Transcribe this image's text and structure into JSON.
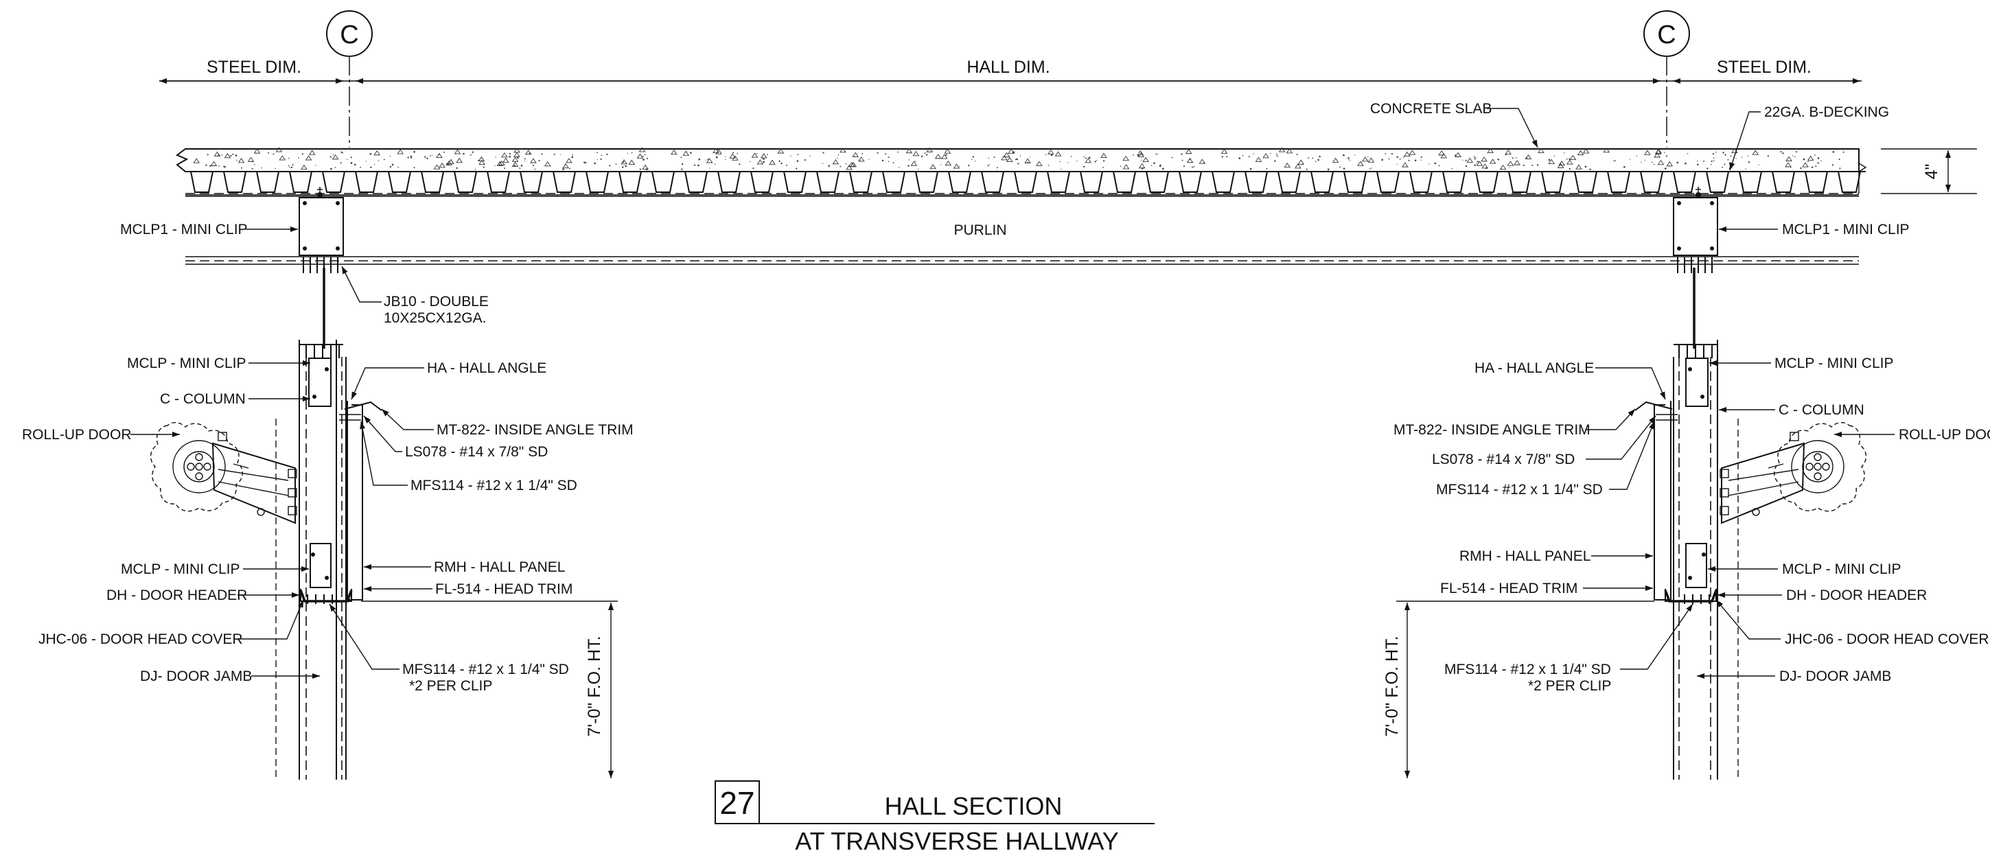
{
  "grid_marks": {
    "left": "C",
    "right": "C"
  },
  "dimensions": {
    "steel_left": "STEEL DIM.",
    "hall": "HALL DIM.",
    "steel_right": "STEEL DIM.",
    "slab_depth": "4\"",
    "fo_height_left": "7'-0\" F.O. HT.",
    "fo_height_right": "7'-0\" F.O. HT."
  },
  "labels": {
    "concrete_slab": "CONCRETE SLAB",
    "b_decking": "22GA. B-DECKING",
    "mclp1_left": "MCLP1 - MINI CLIP",
    "mclp1_right": "MCLP1 - MINI CLIP",
    "purlin": "PURLIN",
    "jb10_line1": "JB10 - DOUBLE",
    "jb10_line2": "10X25CX12GA.",
    "left": {
      "mclp_top": "MCLP - MINI CLIP",
      "c_column": "C - COLUMN",
      "rollup_door": "ROLL-UP DOOR",
      "ha": "HA - HALL ANGLE",
      "mt822": "MT-822- INSIDE ANGLE TRIM",
      "ls078": "LS078 - #14 x 7/8\" SD",
      "mfs114": "MFS114 - #12 x 1 1/4\" SD",
      "mclp_bottom": "MCLP - MINI CLIP",
      "dh": "DH - DOOR HEADER",
      "jhc": "JHC-06 - DOOR HEAD COVER",
      "dj": "DJ- DOOR JAMB",
      "rmh": "RMH - HALL PANEL",
      "fl514": "FL-514  - HEAD TRIM",
      "mfs114_clip_1": "MFS114 - #12 x 1 1/4\" SD",
      "mfs114_clip_2": "*2 PER CLIP"
    },
    "right": {
      "ha": "HA - HALL ANGLE",
      "mt822": "MT-822- INSIDE ANGLE TRIM",
      "ls078": "LS078 - #14 x 7/8\" SD",
      "mfs114": "MFS114 - #12 x 1 1/4\" SD",
      "rmh": "RMH - HALL PANEL",
      "fl514": "FL-514  - HEAD TRIM",
      "mfs114_clip_1": "MFS114 - #12 x 1 1/4\" SD",
      "mfs114_clip_2": "*2 PER CLIP",
      "mclp_top": "MCLP - MINI CLIP",
      "c_column": "C - COLUMN",
      "rollup_door": "ROLL-UP DOOR",
      "mclp_bottom": "MCLP - MINI CLIP",
      "dh": "DH - DOOR HEADER",
      "jhc": "JHC-06 - DOOR HEAD COVER",
      "dj": "DJ- DOOR JAMB"
    }
  },
  "title_block": {
    "number": "27",
    "title": "HALL SECTION",
    "subtitle": "AT TRANSVERSE HALLWAY"
  }
}
